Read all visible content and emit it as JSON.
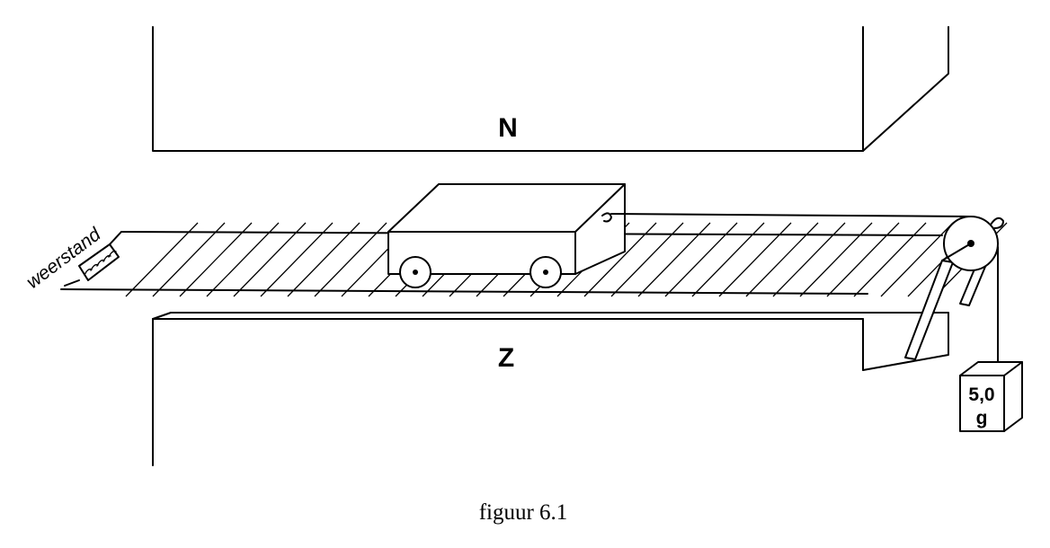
{
  "labels": {
    "north_pole": "N",
    "south_pole": "Z",
    "resistor": "weerstand",
    "weight_value": "5,0",
    "weight_unit": "g",
    "caption": "figuur 6.1"
  }
}
